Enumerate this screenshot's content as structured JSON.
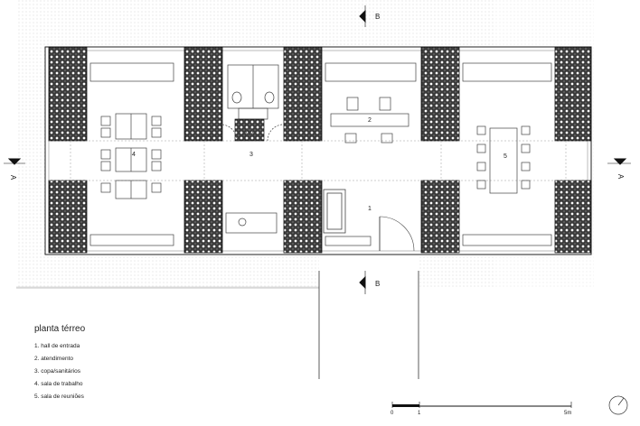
{
  "plan_title": "planta térreo",
  "legend": [
    "1. hall de entrada",
    "2. atendimento",
    "3. copa/sanitários",
    "4. sala de trabalho",
    "5. sala de reuniões"
  ],
  "room_numbers": {
    "r1": "1",
    "r2": "2",
    "r3": "3",
    "r4": "4",
    "r5": "5"
  },
  "section_marks": {
    "b_top": "B",
    "b_bottom": "B",
    "a_left": "A",
    "a_right": "A"
  },
  "scale_bar": {
    "start": "0",
    "mid": "1",
    "end": "5m"
  },
  "colors": {
    "line": "#222222",
    "light": "#9a9a9a",
    "dot": "#c4c4c4",
    "paper": "#ffffff"
  }
}
